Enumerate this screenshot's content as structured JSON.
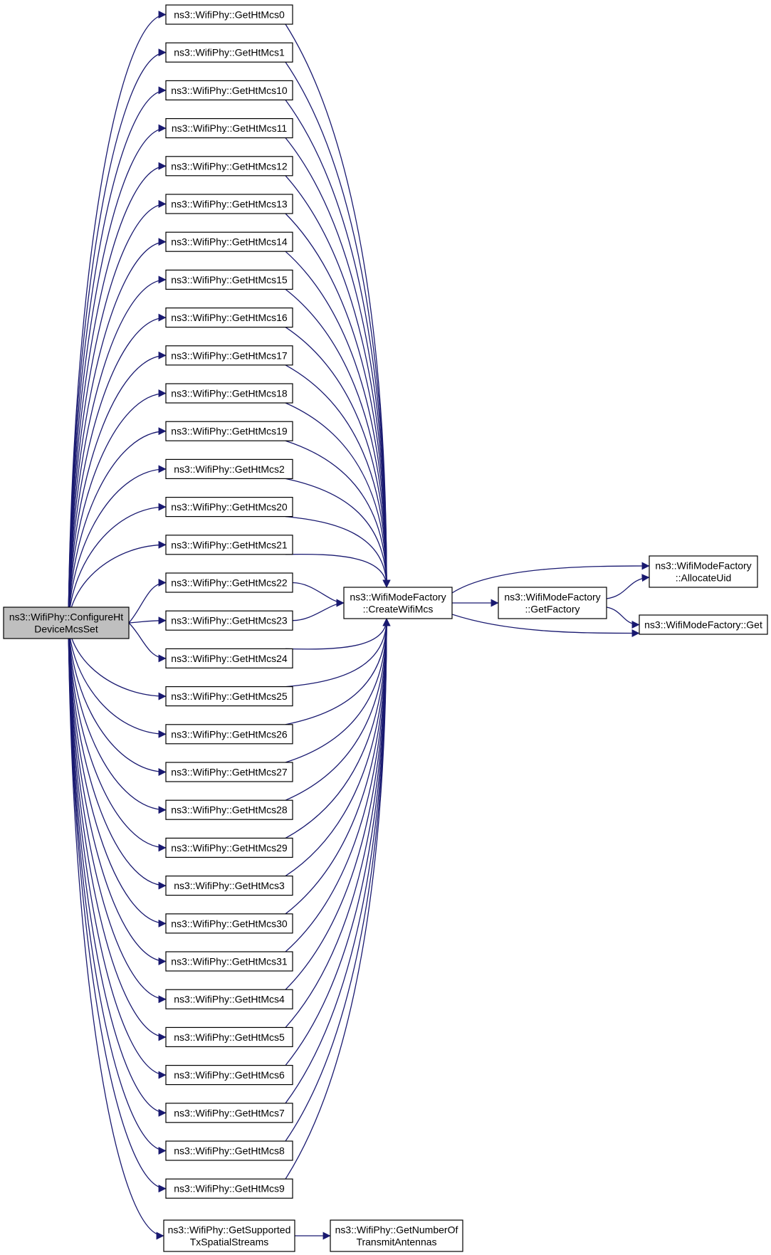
{
  "colors": {
    "edge": "#191970",
    "node_border": "#000000",
    "node_fill": "#ffffff",
    "root_fill": "#bfbfbf"
  },
  "nodes": [
    {
      "id": "configure",
      "lines": [
        "ns3::WifiPhy::ConfigureHt",
        "DeviceMcsSet"
      ],
      "role": "root"
    },
    {
      "id": "m0",
      "lines": [
        "ns3::WifiPhy::GetHtMcs0"
      ]
    },
    {
      "id": "m1",
      "lines": [
        "ns3::WifiPhy::GetHtMcs1"
      ]
    },
    {
      "id": "m10",
      "lines": [
        "ns3::WifiPhy::GetHtMcs10"
      ]
    },
    {
      "id": "m11",
      "lines": [
        "ns3::WifiPhy::GetHtMcs11"
      ]
    },
    {
      "id": "m12",
      "lines": [
        "ns3::WifiPhy::GetHtMcs12"
      ]
    },
    {
      "id": "m13",
      "lines": [
        "ns3::WifiPhy::GetHtMcs13"
      ]
    },
    {
      "id": "m14",
      "lines": [
        "ns3::WifiPhy::GetHtMcs14"
      ]
    },
    {
      "id": "m15",
      "lines": [
        "ns3::WifiPhy::GetHtMcs15"
      ]
    },
    {
      "id": "m16",
      "lines": [
        "ns3::WifiPhy::GetHtMcs16"
      ]
    },
    {
      "id": "m17",
      "lines": [
        "ns3::WifiPhy::GetHtMcs17"
      ]
    },
    {
      "id": "m18",
      "lines": [
        "ns3::WifiPhy::GetHtMcs18"
      ]
    },
    {
      "id": "m19",
      "lines": [
        "ns3::WifiPhy::GetHtMcs19"
      ]
    },
    {
      "id": "m2",
      "lines": [
        "ns3::WifiPhy::GetHtMcs2"
      ]
    },
    {
      "id": "m20",
      "lines": [
        "ns3::WifiPhy::GetHtMcs20"
      ]
    },
    {
      "id": "m21",
      "lines": [
        "ns3::WifiPhy::GetHtMcs21"
      ]
    },
    {
      "id": "m22",
      "lines": [
        "ns3::WifiPhy::GetHtMcs22"
      ]
    },
    {
      "id": "m23",
      "lines": [
        "ns3::WifiPhy::GetHtMcs23"
      ]
    },
    {
      "id": "m24",
      "lines": [
        "ns3::WifiPhy::GetHtMcs24"
      ]
    },
    {
      "id": "m25",
      "lines": [
        "ns3::WifiPhy::GetHtMcs25"
      ]
    },
    {
      "id": "m26",
      "lines": [
        "ns3::WifiPhy::GetHtMcs26"
      ]
    },
    {
      "id": "m27",
      "lines": [
        "ns3::WifiPhy::GetHtMcs27"
      ]
    },
    {
      "id": "m28",
      "lines": [
        "ns3::WifiPhy::GetHtMcs28"
      ]
    },
    {
      "id": "m29",
      "lines": [
        "ns3::WifiPhy::GetHtMcs29"
      ]
    },
    {
      "id": "m3",
      "lines": [
        "ns3::WifiPhy::GetHtMcs3"
      ]
    },
    {
      "id": "m30",
      "lines": [
        "ns3::WifiPhy::GetHtMcs30"
      ]
    },
    {
      "id": "m31",
      "lines": [
        "ns3::WifiPhy::GetHtMcs31"
      ]
    },
    {
      "id": "m4",
      "lines": [
        "ns3::WifiPhy::GetHtMcs4"
      ]
    },
    {
      "id": "m5",
      "lines": [
        "ns3::WifiPhy::GetHtMcs5"
      ]
    },
    {
      "id": "m6",
      "lines": [
        "ns3::WifiPhy::GetHtMcs6"
      ]
    },
    {
      "id": "m7",
      "lines": [
        "ns3::WifiPhy::GetHtMcs7"
      ]
    },
    {
      "id": "m8",
      "lines": [
        "ns3::WifiPhy::GetHtMcs8"
      ]
    },
    {
      "id": "m9",
      "lines": [
        "ns3::WifiPhy::GetHtMcs9"
      ]
    },
    {
      "id": "supported",
      "lines": [
        "ns3::WifiPhy::GetSupported",
        "TxSpatialStreams"
      ]
    },
    {
      "id": "numtx",
      "lines": [
        "ns3::WifiPhy::GetNumberOf",
        "TransmitAntennas"
      ]
    },
    {
      "id": "create",
      "lines": [
        "ns3::WifiModeFactory",
        "::CreateWifiMcs"
      ]
    },
    {
      "id": "getfactory",
      "lines": [
        "ns3::WifiModeFactory",
        "::GetFactory"
      ]
    },
    {
      "id": "allocate",
      "lines": [
        "ns3::WifiModeFactory",
        "::AllocateUid"
      ]
    },
    {
      "id": "get",
      "lines": [
        "ns3::WifiModeFactory::Get"
      ]
    }
  ],
  "edges": [
    [
      "configure",
      "m0"
    ],
    [
      "configure",
      "m1"
    ],
    [
      "configure",
      "m10"
    ],
    [
      "configure",
      "m11"
    ],
    [
      "configure",
      "m12"
    ],
    [
      "configure",
      "m13"
    ],
    [
      "configure",
      "m14"
    ],
    [
      "configure",
      "m15"
    ],
    [
      "configure",
      "m16"
    ],
    [
      "configure",
      "m17"
    ],
    [
      "configure",
      "m18"
    ],
    [
      "configure",
      "m19"
    ],
    [
      "configure",
      "m2"
    ],
    [
      "configure",
      "m20"
    ],
    [
      "configure",
      "m21"
    ],
    [
      "configure",
      "m22"
    ],
    [
      "configure",
      "m23"
    ],
    [
      "configure",
      "m24"
    ],
    [
      "configure",
      "m25"
    ],
    [
      "configure",
      "m26"
    ],
    [
      "configure",
      "m27"
    ],
    [
      "configure",
      "m28"
    ],
    [
      "configure",
      "m29"
    ],
    [
      "configure",
      "m3"
    ],
    [
      "configure",
      "m30"
    ],
    [
      "configure",
      "m31"
    ],
    [
      "configure",
      "m4"
    ],
    [
      "configure",
      "m5"
    ],
    [
      "configure",
      "m6"
    ],
    [
      "configure",
      "m7"
    ],
    [
      "configure",
      "m8"
    ],
    [
      "configure",
      "m9"
    ],
    [
      "configure",
      "supported"
    ],
    [
      "m0",
      "create"
    ],
    [
      "m1",
      "create"
    ],
    [
      "m10",
      "create"
    ],
    [
      "m11",
      "create"
    ],
    [
      "m12",
      "create"
    ],
    [
      "m13",
      "create"
    ],
    [
      "m14",
      "create"
    ],
    [
      "m15",
      "create"
    ],
    [
      "m16",
      "create"
    ],
    [
      "m17",
      "create"
    ],
    [
      "m18",
      "create"
    ],
    [
      "m19",
      "create"
    ],
    [
      "m2",
      "create"
    ],
    [
      "m20",
      "create"
    ],
    [
      "m21",
      "create"
    ],
    [
      "m22",
      "create"
    ],
    [
      "m23",
      "create"
    ],
    [
      "m24",
      "create"
    ],
    [
      "m25",
      "create"
    ],
    [
      "m26",
      "create"
    ],
    [
      "m27",
      "create"
    ],
    [
      "m28",
      "create"
    ],
    [
      "m29",
      "create"
    ],
    [
      "m3",
      "create"
    ],
    [
      "m30",
      "create"
    ],
    [
      "m31",
      "create"
    ],
    [
      "m4",
      "create"
    ],
    [
      "m5",
      "create"
    ],
    [
      "m6",
      "create"
    ],
    [
      "m7",
      "create"
    ],
    [
      "m8",
      "create"
    ],
    [
      "m9",
      "create"
    ],
    [
      "supported",
      "numtx"
    ],
    [
      "create",
      "getfactory"
    ],
    [
      "create",
      "allocate"
    ],
    [
      "create",
      "get"
    ],
    [
      "getfactory",
      "allocate"
    ],
    [
      "getfactory",
      "get"
    ]
  ]
}
